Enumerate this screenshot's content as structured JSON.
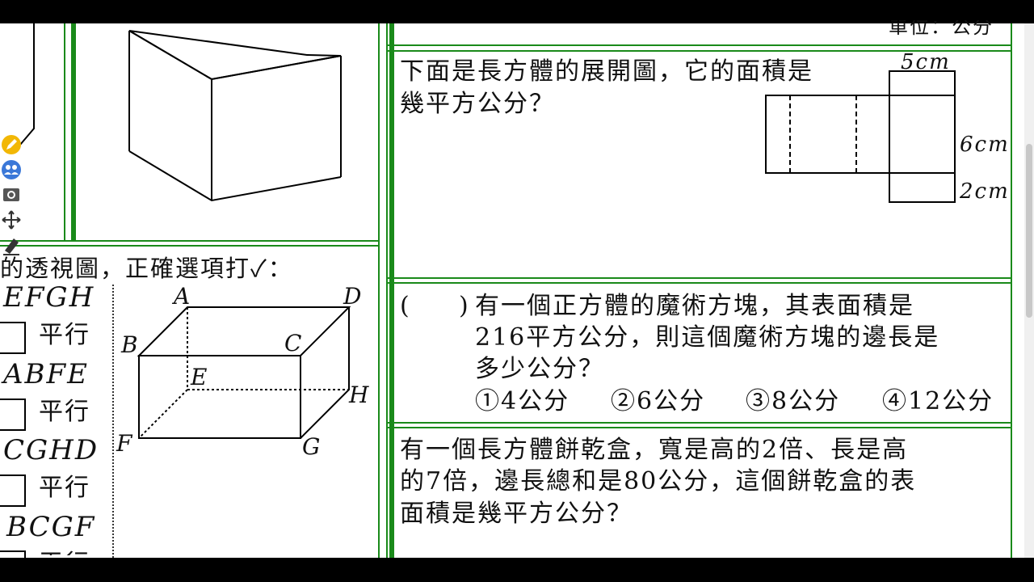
{
  "q_net": {
    "unit_text": "單位：公分",
    "line1": "下面是長方體的展開圖，它的面積是",
    "line2": "幾平方公分？",
    "dim_top": "5cm",
    "dim_mid": "6cm",
    "dim_bot": "2cm"
  },
  "q_cube": {
    "paren_open": "(",
    "paren_close": ")",
    "line1": "有一個正方體的魔術方塊，其表面積是",
    "line2": "216平方公分，則這個魔術方塊的邊長是",
    "line3": "多少公分？",
    "options": [
      "①4公分",
      "②6公分",
      "③8公分",
      "④12公分"
    ]
  },
  "q_box": {
    "line1": "有一個長方體餅乾盒，寬是高的2倍、長是高",
    "line2": "的7倍，邊長總和是80公分，這個餅乾盒的表",
    "line3": "面積是幾平方公分？"
  },
  "q_persp": {
    "title": "的透視圖，正確選項打✓：",
    "rows": [
      {
        "face": "EFGH",
        "choice": "平行"
      },
      {
        "face": "ABFE",
        "choice": "平行"
      },
      {
        "face": "CGHD",
        "choice": "平行"
      },
      {
        "face": "BCGF",
        "choice": "平行"
      }
    ],
    "vertex_labels": {
      "A": "A",
      "B": "B",
      "C": "C",
      "D": "D",
      "E": "E",
      "F": "F",
      "G": "G",
      "H": "H"
    }
  },
  "toolbar": {
    "icons": [
      "pencil-icon",
      "people-icon",
      "camera-icon",
      "move-icon",
      "eraser-icon"
    ]
  },
  "colors": {
    "frame_green": "#1a8a1a",
    "pencil_yellow": "#f2b705",
    "people_blue": "#3b78d8"
  }
}
